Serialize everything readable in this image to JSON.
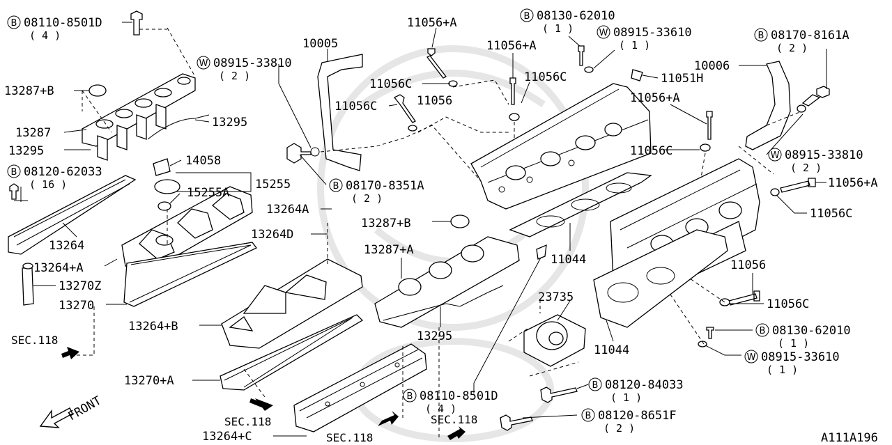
{
  "figure_id": "A111A196",
  "front_label": "FRONT",
  "callouts": [
    {
      "id": "c1",
      "text": "08110-8501D",
      "prefix": "B",
      "qty": "( 4 )"
    },
    {
      "id": "c2",
      "text": "13287+B"
    },
    {
      "id": "c3",
      "text": "13287"
    },
    {
      "id": "c4",
      "text": "13295"
    },
    {
      "id": "c5",
      "text": "13295"
    },
    {
      "id": "c6",
      "text": "08120-62033",
      "prefix": "B",
      "qty": "( 16 )"
    },
    {
      "id": "c7",
      "text": "14058"
    },
    {
      "id": "c8",
      "text": "15255"
    },
    {
      "id": "c9",
      "text": "15255A"
    },
    {
      "id": "c10",
      "text": "13264"
    },
    {
      "id": "c11",
      "text": "13264+A"
    },
    {
      "id": "c12",
      "text": "13270Z"
    },
    {
      "id": "c13",
      "text": "13270"
    },
    {
      "id": "c14",
      "text": "13264+B"
    },
    {
      "id": "c15",
      "text": "13270+A"
    },
    {
      "id": "c16",
      "text": "13264+C"
    },
    {
      "id": "c17",
      "text": "08915-33810",
      "prefix": "W",
      "qty": "( 2 )"
    },
    {
      "id": "c18",
      "text": "10005"
    },
    {
      "id": "c19",
      "text": "08170-8351A",
      "prefix": "B",
      "qty": "( 2 )"
    },
    {
      "id": "c20",
      "text": "13264A"
    },
    {
      "id": "c21",
      "text": "13264D"
    },
    {
      "id": "c22",
      "text": "11056+A"
    },
    {
      "id": "c23",
      "text": "11056C"
    },
    {
      "id": "c24",
      "text": "11056C"
    },
    {
      "id": "c25",
      "text": "11056"
    },
    {
      "id": "c26",
      "text": "11056+A"
    },
    {
      "id": "c27",
      "text": "11056C"
    },
    {
      "id": "c28",
      "text": "08130-62010",
      "prefix": "B",
      "qty": "( 1 )"
    },
    {
      "id": "c29",
      "text": "08915-33610",
      "prefix": "W",
      "qty": "( 1 )"
    },
    {
      "id": "c30",
      "text": "11051H"
    },
    {
      "id": "c31",
      "text": "13287+B"
    },
    {
      "id": "c32",
      "text": "13287+A"
    },
    {
      "id": "c33",
      "text": "13295"
    },
    {
      "id": "c34",
      "text": "11044"
    },
    {
      "id": "c35",
      "text": "23735"
    },
    {
      "id": "c36",
      "text": "11044"
    },
    {
      "id": "c37",
      "text": "08110-8501D",
      "prefix": "B",
      "qty": "( 4 )"
    },
    {
      "id": "c38",
      "text": "08120-84033",
      "prefix": "B",
      "qty": "( 1 )"
    },
    {
      "id": "c39",
      "text": "08120-8651F",
      "prefix": "B",
      "qty": "( 2 )"
    },
    {
      "id": "c40",
      "text": "08170-8161A",
      "prefix": "B",
      "qty": "( 2 )"
    },
    {
      "id": "c41",
      "text": "10006"
    },
    {
      "id": "c42",
      "text": "11056+A"
    },
    {
      "id": "c43",
      "text": "11056C"
    },
    {
      "id": "c44",
      "text": "08915-33810",
      "prefix": "W",
      "qty": "( 2 )"
    },
    {
      "id": "c45",
      "text": "11056+A"
    },
    {
      "id": "c46",
      "text": "11056C"
    },
    {
      "id": "c47",
      "text": "11056"
    },
    {
      "id": "c48",
      "text": "11056C"
    },
    {
      "id": "c49",
      "text": "08130-62010",
      "prefix": "B",
      "qty": "( 1 )"
    },
    {
      "id": "c50",
      "text": "08915-33610",
      "prefix": "W",
      "qty": "( 1 )"
    }
  ],
  "sections": [
    "SEC.118",
    "SEC.118",
    "SEC.118",
    "SEC.118"
  ]
}
